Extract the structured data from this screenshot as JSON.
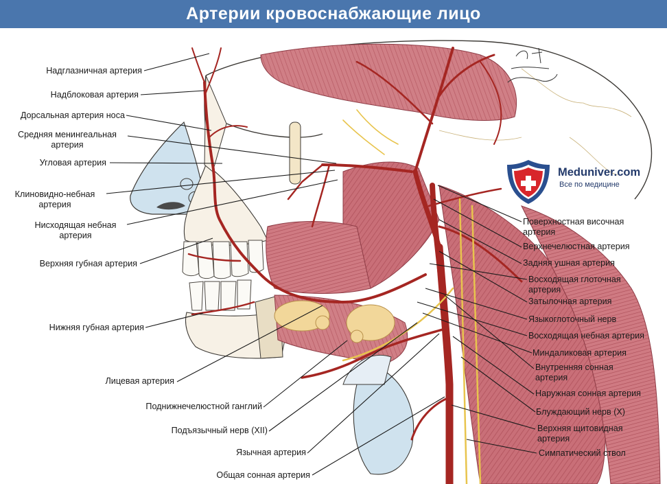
{
  "title": "Артерии кровоснабжающие лицо",
  "brand": {
    "name": "Meduniver.com",
    "tagline": "Все по медицине",
    "colors": {
      "shield_blue": "#2a4f8f",
      "shield_red": "#d8262b",
      "text": "#233a6b"
    }
  },
  "colors": {
    "title_bar": "#4a76ad",
    "muscle": "#c9737b",
    "artery": "#a52622",
    "bone": "#f7f1e6",
    "nerve": "#f2d36b",
    "cartilage": "#cfe2ee"
  },
  "labels_left": [
    {
      "id": "supraorbital",
      "lines": [
        "Надглазничная артерия"
      ]
    },
    {
      "id": "supratrochlear",
      "lines": [
        "Надблоковая артерия"
      ]
    },
    {
      "id": "dorsal-nasal",
      "lines": [
        "Дорсальная артерия носа"
      ]
    },
    {
      "id": "middle-meningeal",
      "lines": [
        "Средняя менингеальная",
        "артерия"
      ]
    },
    {
      "id": "angular",
      "lines": [
        "Угловая артерия"
      ]
    },
    {
      "id": "sphenopalatine",
      "lines": [
        "Клиновидно-небная",
        "артерия"
      ]
    },
    {
      "id": "descending-palatine",
      "lines": [
        "Нисходящая небная",
        "артерия"
      ]
    },
    {
      "id": "superior-labial",
      "lines": [
        "Верхняя губная артерия"
      ]
    },
    {
      "id": "inferior-labial",
      "lines": [
        "Нижняя губная артерия"
      ]
    },
    {
      "id": "facial",
      "lines": [
        "Лицевая артерия"
      ]
    },
    {
      "id": "submandibular-ganglion",
      "lines": [
        "Поднижнечелюстной ганглий"
      ]
    },
    {
      "id": "hypoglossal-nerve",
      "lines": [
        "Подъязычный нерв (XII)"
      ]
    },
    {
      "id": "lingual",
      "lines": [
        "Язычная артерия"
      ]
    },
    {
      "id": "common-carotid",
      "lines": [
        "Общая сонная артерия"
      ]
    }
  ],
  "labels_right": [
    {
      "id": "superficial-temporal",
      "lines": [
        "Поверхностная височная",
        "артерия"
      ]
    },
    {
      "id": "maxillary",
      "lines": [
        "Верхнечелюстная артерия"
      ]
    },
    {
      "id": "posterior-auricular",
      "lines": [
        "Задняя ушная артерия"
      ]
    },
    {
      "id": "ascending-pharyngeal",
      "lines": [
        "Восходящая глоточная",
        "артерия"
      ]
    },
    {
      "id": "occipital",
      "lines": [
        "Затылочная артерия"
      ]
    },
    {
      "id": "glossopharyngeal-nerve",
      "lines": [
        "Языкоглоточный нерв"
      ]
    },
    {
      "id": "ascending-palatine",
      "lines": [
        "Восходящая небная артерия"
      ]
    },
    {
      "id": "tonsillar",
      "lines": [
        "Миндаликовая артерия"
      ]
    },
    {
      "id": "internal-carotid",
      "lines": [
        "Внутренняя сонная",
        "артерия"
      ]
    },
    {
      "id": "external-carotid",
      "lines": [
        "Наружная сонная артерия"
      ]
    },
    {
      "id": "vagus-nerve",
      "lines": [
        "Блуждающий нерв (X)"
      ]
    },
    {
      "id": "superior-thyroid",
      "lines": [
        "Верхняя щитовидная",
        "артерия"
      ]
    },
    {
      "id": "sympathetic-trunk",
      "lines": [
        "Симпатический ствол"
      ]
    }
  ]
}
